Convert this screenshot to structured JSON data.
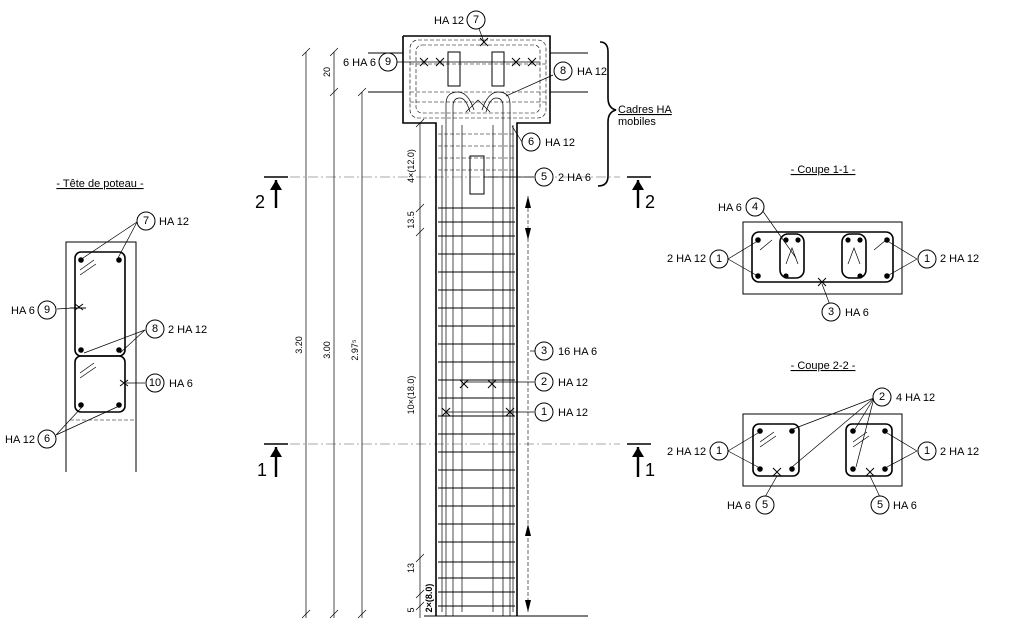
{
  "titles": {
    "tete": "- Tête de poteau -",
    "coupe11": "- Coupe 1-1 -",
    "coupe22": "- Coupe 2-2 -"
  },
  "labels": {
    "cadres_line1": "Cadres HA",
    "cadres_line2": "mobiles",
    "section_1": "1",
    "section_2": "2"
  },
  "dimensions": {
    "d20": "20",
    "d320": "3.20",
    "d300": "3.00",
    "d297": "2.97⁵",
    "d4x12": "4×(12.0)",
    "d135": "13.5",
    "d10x18": "10×(18.0)",
    "d13": "13",
    "d5": "5",
    "d2x8": "2×(8.0)"
  },
  "callouts": {
    "elev_7": {
      "num": "7",
      "text": "HA 12"
    },
    "elev_9": {
      "num": "9",
      "text": "6 HA 6"
    },
    "elev_8": {
      "num": "8",
      "text": "HA 12"
    },
    "elev_6": {
      "num": "6",
      "text": "HA 12"
    },
    "elev_5": {
      "num": "5",
      "text": "2 HA 6"
    },
    "elev_3": {
      "num": "3",
      "text": "16 HA 6"
    },
    "elev_2": {
      "num": "2",
      "text": "HA 12"
    },
    "elev_1": {
      "num": "1",
      "text": "HA 12"
    },
    "tete_7": {
      "num": "7",
      "text": "HA 12"
    },
    "tete_9": {
      "num": "9",
      "text": "HA 6"
    },
    "tete_8": {
      "num": "8",
      "text": "2 HA 12"
    },
    "tete_10": {
      "num": "10",
      "text": "HA 6"
    },
    "tete_6": {
      "num": "6",
      "text": "HA 12"
    },
    "c11_4": {
      "num": "4",
      "text": "HA 6"
    },
    "c11_1l": {
      "num": "1",
      "text": "2 HA 12"
    },
    "c11_1r": {
      "num": "1",
      "text": "2 HA 12"
    },
    "c11_3": {
      "num": "3",
      "text": "HA 6"
    },
    "c22_2": {
      "num": "2",
      "text": "4 HA 12"
    },
    "c22_1l": {
      "num": "1",
      "text": "2 HA 12"
    },
    "c22_1r": {
      "num": "1",
      "text": "2 HA 12"
    },
    "c22_5l": {
      "num": "5",
      "text": "HA 6"
    },
    "c22_5r": {
      "num": "5",
      "text": "HA 6"
    }
  }
}
